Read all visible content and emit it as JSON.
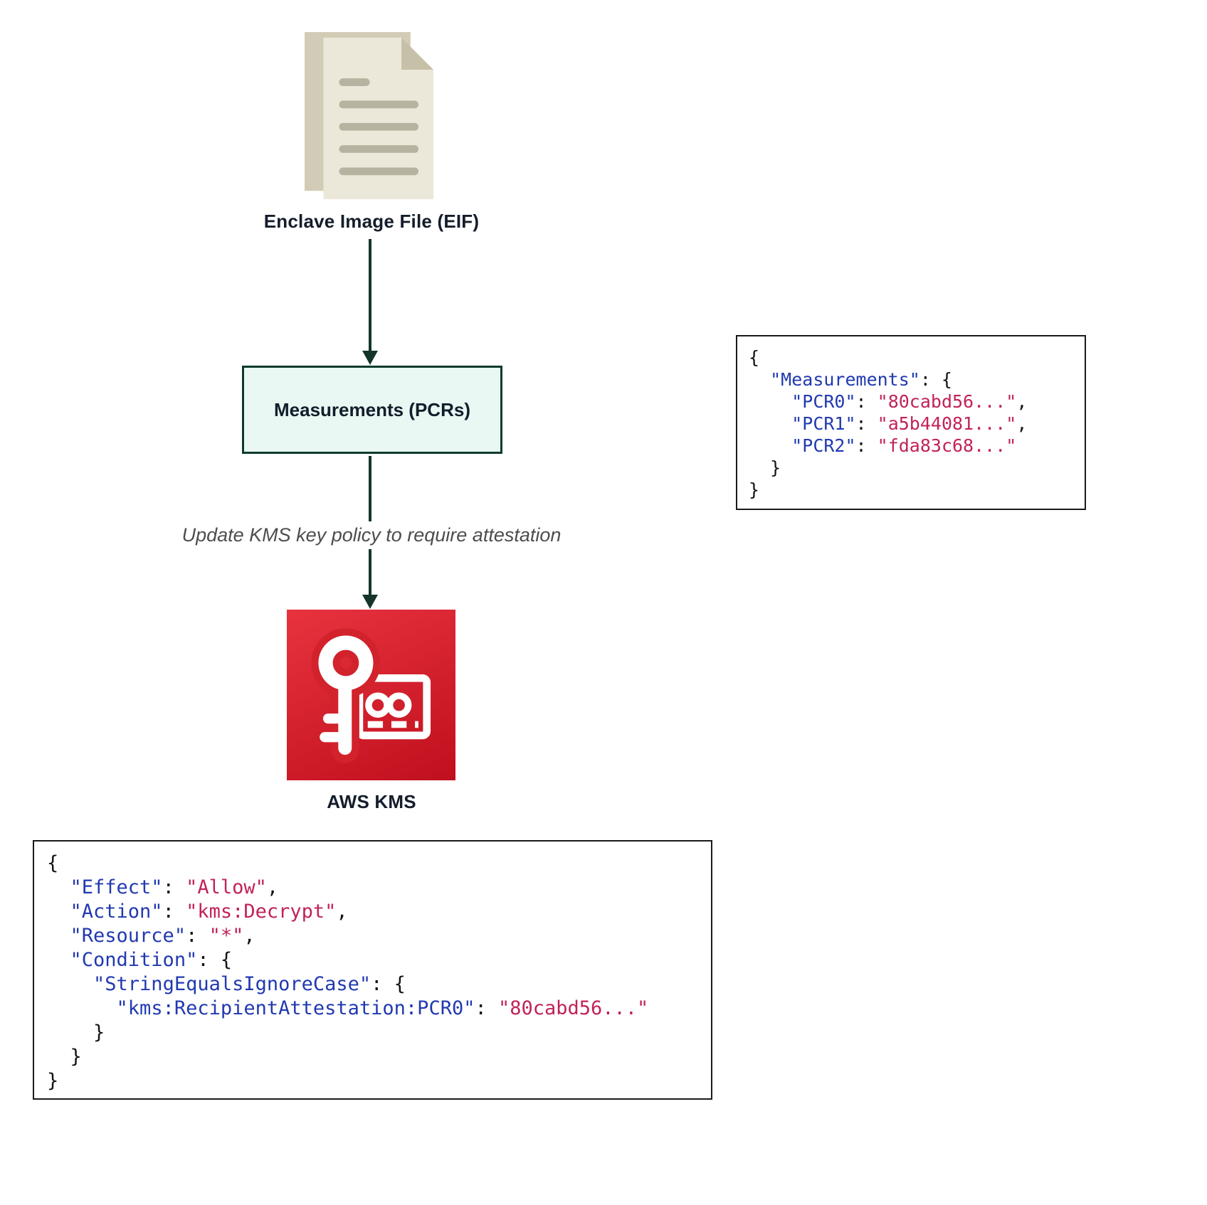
{
  "diagram": {
    "eif_label": "Enclave Image File (EIF)",
    "measurements_label": "Measurements (PCRs)",
    "arrow_caption": "Update KMS key policy to require attestation",
    "kms_label": "AWS KMS"
  },
  "colors": {
    "arrow": "#15352a",
    "box_fill": "#e9f8f2",
    "box_border": "#0d3b2d",
    "label_text": "#141d2b",
    "caption_text": "#4d4d4d",
    "kms_red_light": "#e8333f",
    "kms_red_dark": "#c00f1d",
    "kms_red_mid": "#d2222c",
    "code_text": "#131313",
    "code_key": "#2139b0",
    "code_string": "#c22258",
    "code_border": "#1a1a1a",
    "eif_back": "#d2cbb5",
    "eif_front": "#ebe8d9",
    "eif_fold": "#c7c0a8",
    "eif_line": "#b8b2a0"
  },
  "code_measurements": [
    [
      {
        "t": "{",
        "c": "p"
      }
    ],
    [
      {
        "t": "  ",
        "c": "p"
      },
      {
        "t": "\"Measurements\"",
        "c": "k"
      },
      {
        "t": ": {",
        "c": "p"
      }
    ],
    [
      {
        "t": "    ",
        "c": "p"
      },
      {
        "t": "\"PCR0\"",
        "c": "k"
      },
      {
        "t": ": ",
        "c": "p"
      },
      {
        "t": "\"80cabd56...\"",
        "c": "s"
      },
      {
        "t": ",",
        "c": "p"
      }
    ],
    [
      {
        "t": "    ",
        "c": "p"
      },
      {
        "t": "\"PCR1\"",
        "c": "k"
      },
      {
        "t": ": ",
        "c": "p"
      },
      {
        "t": "\"a5b44081...\"",
        "c": "s"
      },
      {
        "t": ",",
        "c": "p"
      }
    ],
    [
      {
        "t": "    ",
        "c": "p"
      },
      {
        "t": "\"PCR2\"",
        "c": "k"
      },
      {
        "t": ": ",
        "c": "p"
      },
      {
        "t": "\"fda83c68...\"",
        "c": "s"
      }
    ],
    [
      {
        "t": "  }",
        "c": "p"
      }
    ],
    [
      {
        "t": "}",
        "c": "p"
      }
    ]
  ],
  "code_policy": [
    [
      {
        "t": "{",
        "c": "p"
      }
    ],
    [
      {
        "t": "  ",
        "c": "p"
      },
      {
        "t": "\"Effect\"",
        "c": "k"
      },
      {
        "t": ": ",
        "c": "p"
      },
      {
        "t": "\"Allow\"",
        "c": "s"
      },
      {
        "t": ",",
        "c": "p"
      }
    ],
    [
      {
        "t": "  ",
        "c": "p"
      },
      {
        "t": "\"Action\"",
        "c": "k"
      },
      {
        "t": ": ",
        "c": "p"
      },
      {
        "t": "\"kms:Decrypt\"",
        "c": "s"
      },
      {
        "t": ",",
        "c": "p"
      }
    ],
    [
      {
        "t": "  ",
        "c": "p"
      },
      {
        "t": "\"Resource\"",
        "c": "k"
      },
      {
        "t": ": ",
        "c": "p"
      },
      {
        "t": "\"*\"",
        "c": "s"
      },
      {
        "t": ",",
        "c": "p"
      }
    ],
    [
      {
        "t": "  ",
        "c": "p"
      },
      {
        "t": "\"Condition\"",
        "c": "k"
      },
      {
        "t": ": {",
        "c": "p"
      }
    ],
    [
      {
        "t": "    ",
        "c": "p"
      },
      {
        "t": "\"StringEqualsIgnoreCase\"",
        "c": "k"
      },
      {
        "t": ": {",
        "c": "p"
      }
    ],
    [
      {
        "t": "      ",
        "c": "p"
      },
      {
        "t": "\"kms:RecipientAttestation:PCR0\"",
        "c": "k"
      },
      {
        "t": ": ",
        "c": "p"
      },
      {
        "t": "\"80cabd56...\"",
        "c": "s"
      }
    ],
    [
      {
        "t": "    }",
        "c": "p"
      }
    ],
    [
      {
        "t": "  }",
        "c": "p"
      }
    ],
    [
      {
        "t": "}",
        "c": "p"
      }
    ]
  ]
}
